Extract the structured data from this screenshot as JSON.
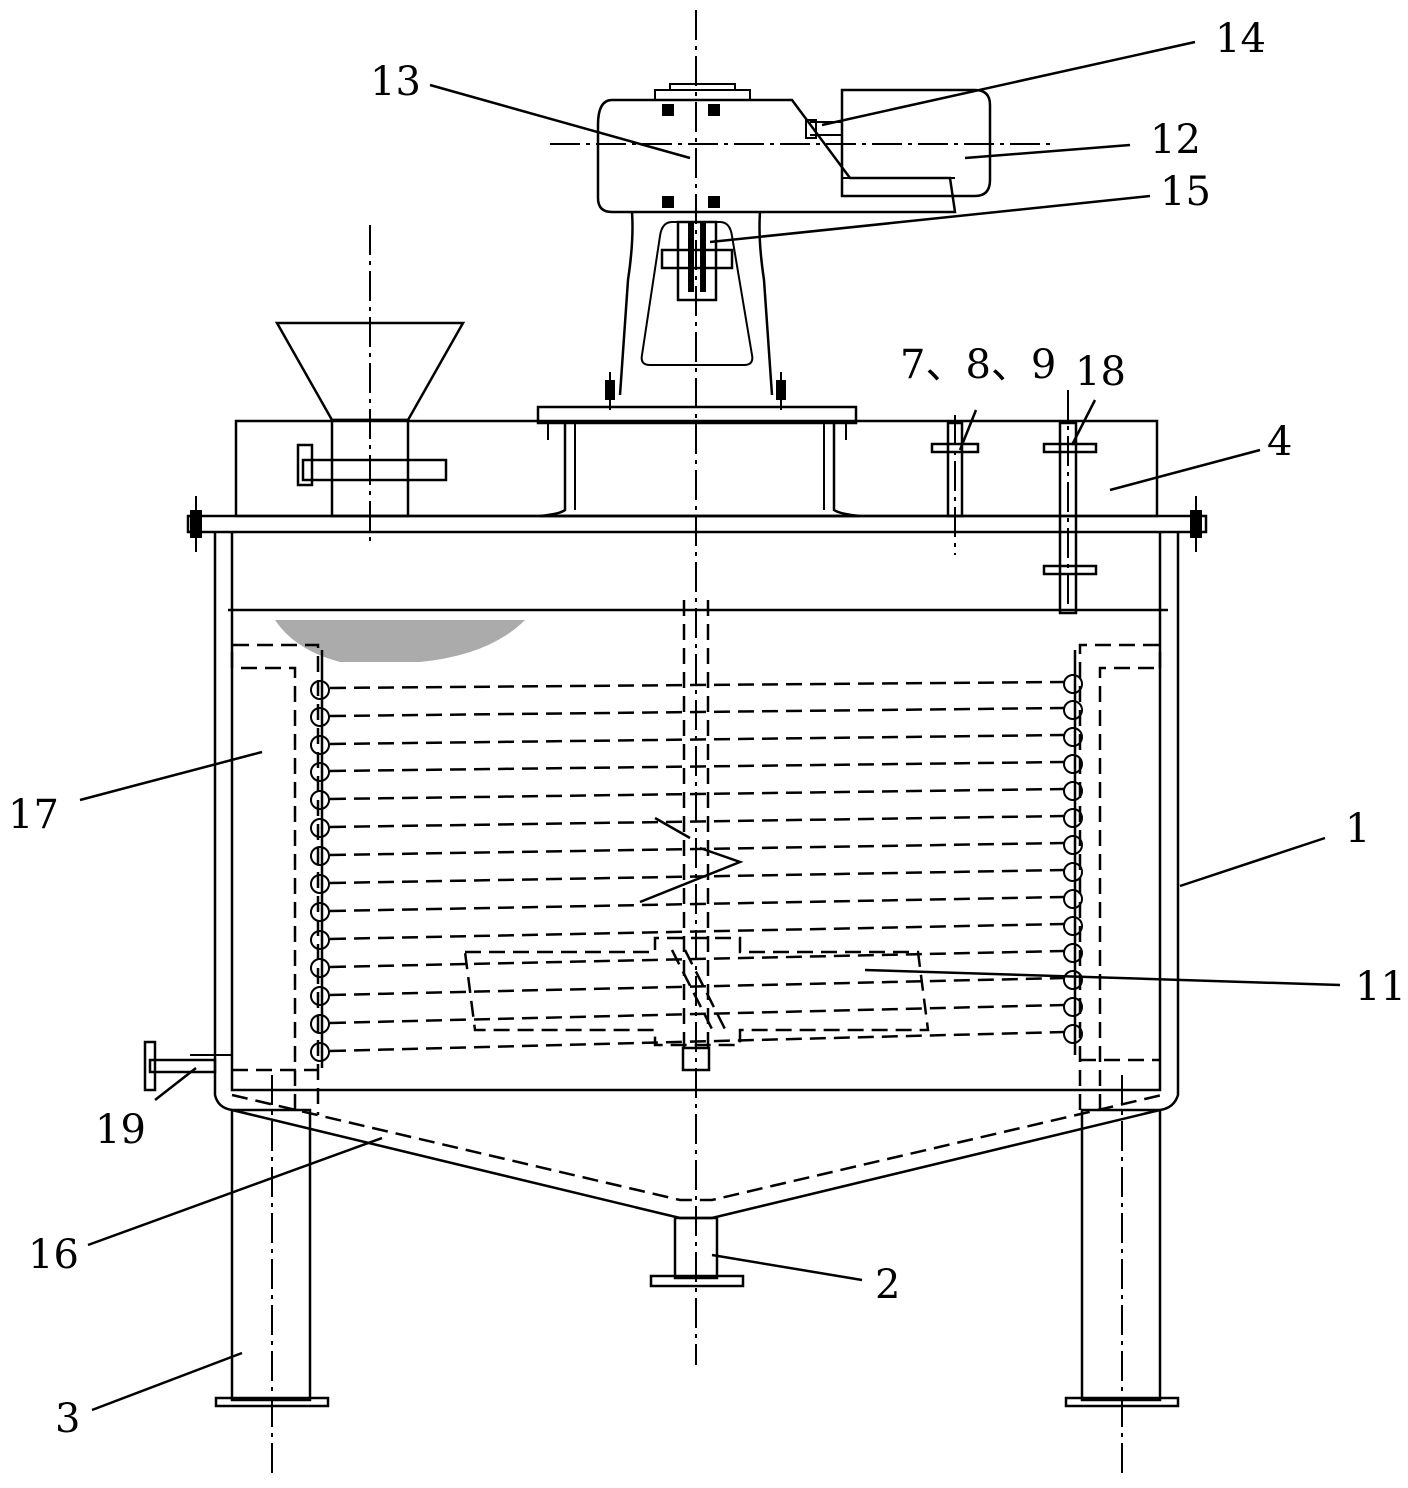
{
  "labels": {
    "l1": "1",
    "l2": "2",
    "l3": "3",
    "l4": "4",
    "l789": "7、8、9",
    "l11": "11",
    "l12": "12",
    "l13": "13",
    "l14": "14",
    "l15": "15",
    "l16": "16",
    "l17": "17",
    "l18": "18",
    "l19": "19"
  }
}
